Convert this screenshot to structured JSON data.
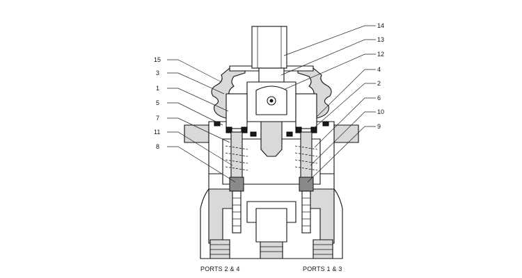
{
  "callouts_left": [
    "15",
    "3",
    "1",
    "5",
    "7",
    "11",
    "8"
  ],
  "callouts_right": [
    "14",
    "13",
    "12",
    "4",
    "2",
    "6",
    "10",
    "9"
  ],
  "ports": {
    "left": "PORTS 2 & 4",
    "right": "PORTS 1 & 3"
  }
}
